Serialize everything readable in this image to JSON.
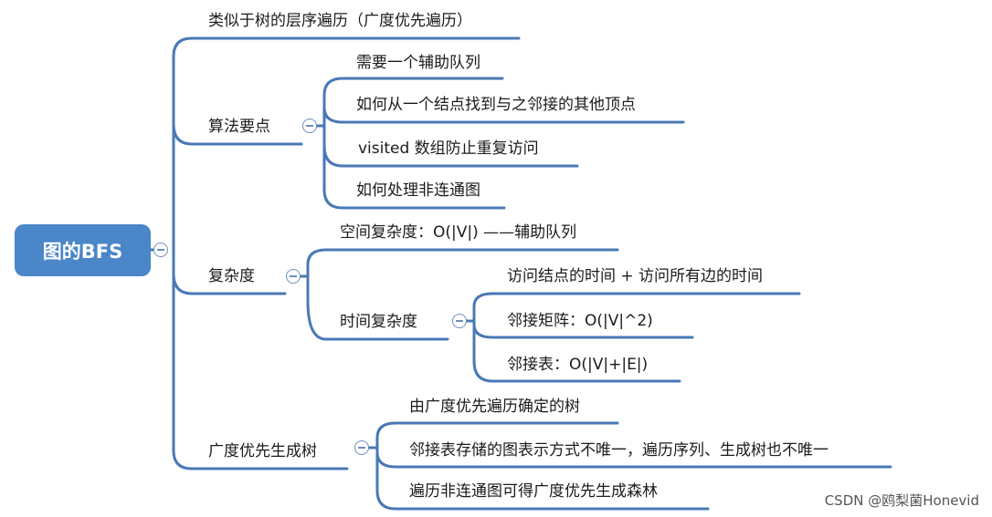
{
  "root": {
    "label": "图的BFS"
  },
  "nodes": {
    "n1": "类似于树的层序遍历（广度优先遍历）",
    "n2": "算法要点",
    "n2a": "需要一个辅助队列",
    "n2b": "如何从一个结点找到与之邻接的其他顶点",
    "n2c": "visited 数组防止重复访问",
    "n2d": "如何处理非连通图",
    "n3": "复杂度",
    "n3a": "空间复杂度：O(|V|) ——辅助队列",
    "n3b": "时间复杂度",
    "n3b1": "访问结点的时间 + 访问所有边的时间",
    "n3b2": "邻接矩阵：O(|V|^2)",
    "n3b3": "邻接表：O(|V|+|E|)",
    "n4": "广度优先生成树",
    "n4a": "由广度优先遍历确定的树",
    "n4b": "邻接表存储的图表示方式不唯一，遍历序列、生成树也不唯一",
    "n4c": "遍历非连通图可得广度优先生成森林"
  },
  "watermark": "CSDN @鸥梨菌Honevid",
  "colors": {
    "root_fill": "#4a86c8",
    "line": "#4a78b6",
    "collapse": "#6c8fbf"
  }
}
